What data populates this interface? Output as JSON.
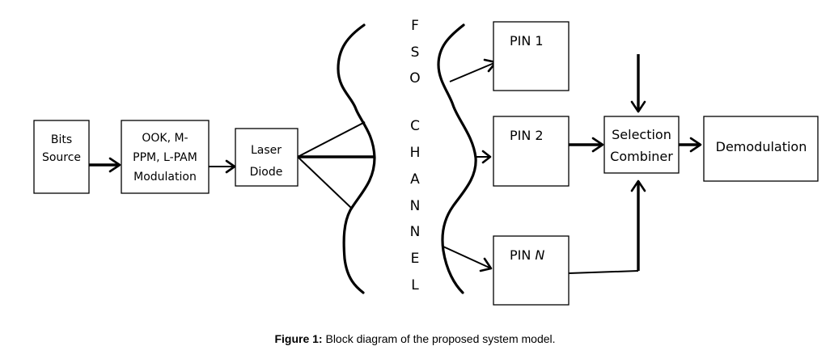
{
  "blocks": {
    "bits_source": [
      "Bits",
      "Source"
    ],
    "modulation": [
      "OOK, M-",
      "PPM, L-PAM",
      "Modulation"
    ],
    "laser_diode": [
      "Laser",
      "Diode"
    ],
    "pin1": "PIN 1",
    "pin2": "PIN 2",
    "pinN": {
      "prefix": "PIN ",
      "italic": "N"
    },
    "combiner": [
      "Selection",
      "Combiner"
    ],
    "demodulation": "Demodulation"
  },
  "channel_letters": [
    "F",
    "S",
    "O",
    "C",
    "H",
    "A",
    "N",
    "N",
    "E",
    "L"
  ],
  "caption": {
    "label": "Figure 1:",
    "text": " Block diagram of the proposed system model."
  }
}
